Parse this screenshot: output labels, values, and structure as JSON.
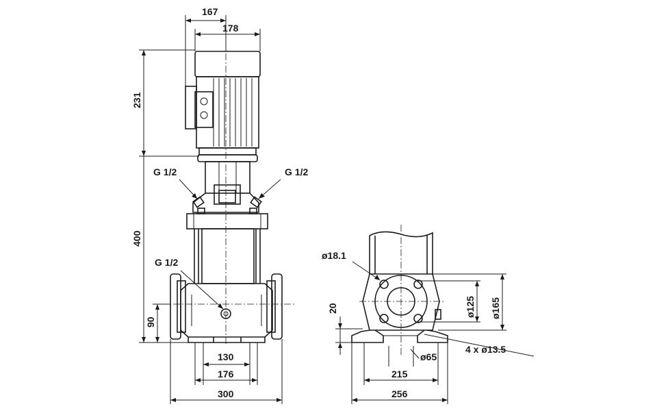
{
  "dimensions": {
    "motor_fan_width": "167",
    "motor_width": "178",
    "motor_height": "231",
    "pump_height": "400",
    "inlet_height": "90",
    "foot_width": "130",
    "flange_inner": "176",
    "port_to_port": "300",
    "vent_height": "20",
    "hole_spacing": "215",
    "base_width": "256"
  },
  "labels": {
    "plug_left": "G 1/2",
    "plug_right": "G 1/2",
    "drain_plug": "G 1/2",
    "hole_dia": "ø18.1",
    "bolt_circle_small": "ø125",
    "bolt_circle_large": "ø165",
    "flange_bore": "ø65",
    "mounting_holes": "4 x ø13.5"
  }
}
